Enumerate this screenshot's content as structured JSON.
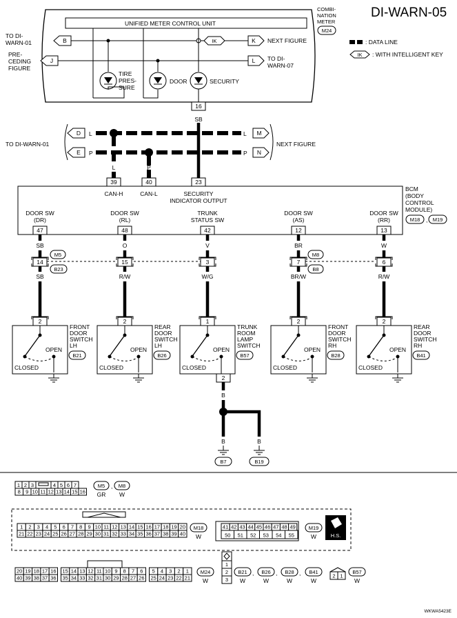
{
  "page_title": "DI-WARN-05",
  "figure_code": "WKWA5423E",
  "legend": {
    "data_line": ": DATA LINE",
    "intelligent_key": ": WITH INTELLIGENT KEY",
    "ik": "IK"
  },
  "meter": {
    "unit_label": "UNIFIED METER CONTROL UNIT",
    "combination_meter": [
      "COMBI-",
      "NATION",
      "METER"
    ],
    "connector": "M24",
    "left_ref_b": [
      "TO DI-",
      "WARN-01"
    ],
    "left_ref_j": [
      "PRE-",
      "CEDING",
      "FIGURE"
    ],
    "next_figure": "NEXT FIGURE",
    "right_ref_l": [
      "TO DI-",
      "WARN-07"
    ],
    "tire_pressure": [
      "TIRE",
      "PRES-",
      "SURE"
    ],
    "door": "DOOR",
    "security": "SECURITY",
    "flags": {
      "b": "B",
      "j": "J",
      "k": "K",
      "l": "L"
    },
    "pin": "16"
  },
  "can": {
    "left_ref": "TO DI-WARN-01",
    "right_ref": "NEXT FIGURE",
    "flags": {
      "d": "D",
      "e": "E",
      "m": "M",
      "n": "N"
    },
    "wires": {
      "l": "L",
      "p": "P",
      "sb": "SB"
    }
  },
  "bcm": {
    "label": [
      "BCM",
      "(BODY",
      "CONTROL",
      "MODULE)"
    ],
    "connectors": [
      "M18",
      "M19"
    ],
    "top_pins": [
      {
        "pin": "39",
        "label": "CAN-H"
      },
      {
        "pin": "40",
        "label": "CAN-L"
      },
      {
        "pin": "23",
        "label": "SECURITY",
        "label2": "INDICATOR OUTPUT"
      }
    ],
    "inputs": [
      {
        "name": "DOOR SW",
        "sub": "(DR)",
        "pin": "47",
        "wire1": "SB",
        "joint": "14",
        "wire2": "SB",
        "sw_pin": "2",
        "switch": [
          "FRONT",
          "DOOR",
          "SWITCH",
          "LH"
        ],
        "conn": "B21"
      },
      {
        "name": "DOOR SW",
        "sub": "(RL)",
        "pin": "48",
        "wire1": "O",
        "joint": "15",
        "wire2": "R/W",
        "sw_pin": "2",
        "switch": [
          "REAR",
          "DOOR",
          "SWITCH",
          "LH"
        ],
        "conn": "B26"
      },
      {
        "name": "TRUNK",
        "sub": "STATUS SW",
        "pin": "42",
        "wire1": "V",
        "joint": "3",
        "wire2": "W/G",
        "sw_pin": "1",
        "switch": [
          "TRUNK",
          "ROOM",
          "LAMP",
          "SWITCH"
        ],
        "conn": "B57"
      },
      {
        "name": "DOOR SW",
        "sub": "(AS)",
        "pin": "12",
        "wire1": "BR",
        "joint": "7",
        "wire2": "BR/W",
        "sw_pin": "2",
        "switch": [
          "FRONT",
          "DOOR",
          "SWITCH",
          "RH"
        ],
        "conn": "B28"
      },
      {
        "name": "DOOR SW",
        "sub": "(RR)",
        "pin": "13",
        "wire1": "W",
        "joint": "6",
        "wire2": "R/W",
        "sw_pin": "2",
        "switch": [
          "REAR",
          "DOOR",
          "SWITCH",
          "RH"
        ],
        "conn": "B41"
      }
    ],
    "joint_connectors": [
      {
        "code": "M5",
        "pair": "B23"
      },
      {
        "code": "M8",
        "pair": "B8"
      }
    ]
  },
  "switch_labels": {
    "open": "OPEN",
    "closed": "CLOSED"
  },
  "trunk_ground": {
    "pin": "2",
    "wire": "B",
    "grounds": [
      {
        "wire": "B",
        "code": "B7"
      },
      {
        "wire": "B",
        "code": "B19"
      }
    ]
  },
  "connector_views": {
    "m5m8": {
      "row1": [
        "1",
        "2",
        "3",
        "",
        "4",
        "5",
        "6",
        "7"
      ],
      "row2": [
        "8",
        "9",
        "10",
        "11",
        "12",
        "13",
        "14",
        "15",
        "16"
      ],
      "codes": [
        "M5",
        "M8"
      ],
      "colors": [
        "GR",
        "W"
      ]
    },
    "m18": {
      "row1": [
        "1",
        "2",
        "3",
        "4",
        "5",
        "6",
        "7",
        "8",
        "9",
        "10",
        "11",
        "12",
        "13",
        "14",
        "15",
        "16",
        "17",
        "18",
        "19",
        "20"
      ],
      "row2": [
        "21",
        "22",
        "23",
        "24",
        "25",
        "26",
        "27",
        "28",
        "29",
        "30",
        "31",
        "32",
        "33",
        "34",
        "35",
        "36",
        "37",
        "38",
        "39",
        "40"
      ],
      "code": "M18",
      "color": "W"
    },
    "m19": {
      "row1": [
        "41",
        "42",
        "43",
        "44",
        "45",
        "46",
        "47",
        "48",
        "49"
      ],
      "row2": [
        "50",
        "51",
        "52",
        "53",
        "54",
        "55"
      ],
      "code": "M19",
      "color": "W",
      "hs": "H.S."
    },
    "m24": {
      "row1": [
        "20",
        "19",
        "18",
        "17",
        "16",
        "15",
        "14",
        "13",
        "12",
        "11",
        "10",
        "9",
        "8",
        "7",
        "6",
        "5",
        "4",
        "3",
        "2",
        "1"
      ],
      "row2": [
        "40",
        "39",
        "38",
        "37",
        "36",
        "35",
        "34",
        "33",
        "32",
        "31",
        "30",
        "29",
        "28",
        "27",
        "26",
        "25",
        "24",
        "23",
        "22",
        "21"
      ],
      "code": "M24",
      "color": "W"
    },
    "vert3": [
      "1",
      "2",
      "3"
    ],
    "switch_conns": [
      {
        "code": "B21",
        "color": "W"
      },
      {
        "code": "B26",
        "color": "W"
      },
      {
        "code": "B28",
        "color": "W"
      },
      {
        "code": "B41",
        "color": "W"
      }
    ],
    "b57": {
      "pins": [
        "2",
        "1"
      ],
      "code": "B57",
      "color": "W"
    }
  }
}
